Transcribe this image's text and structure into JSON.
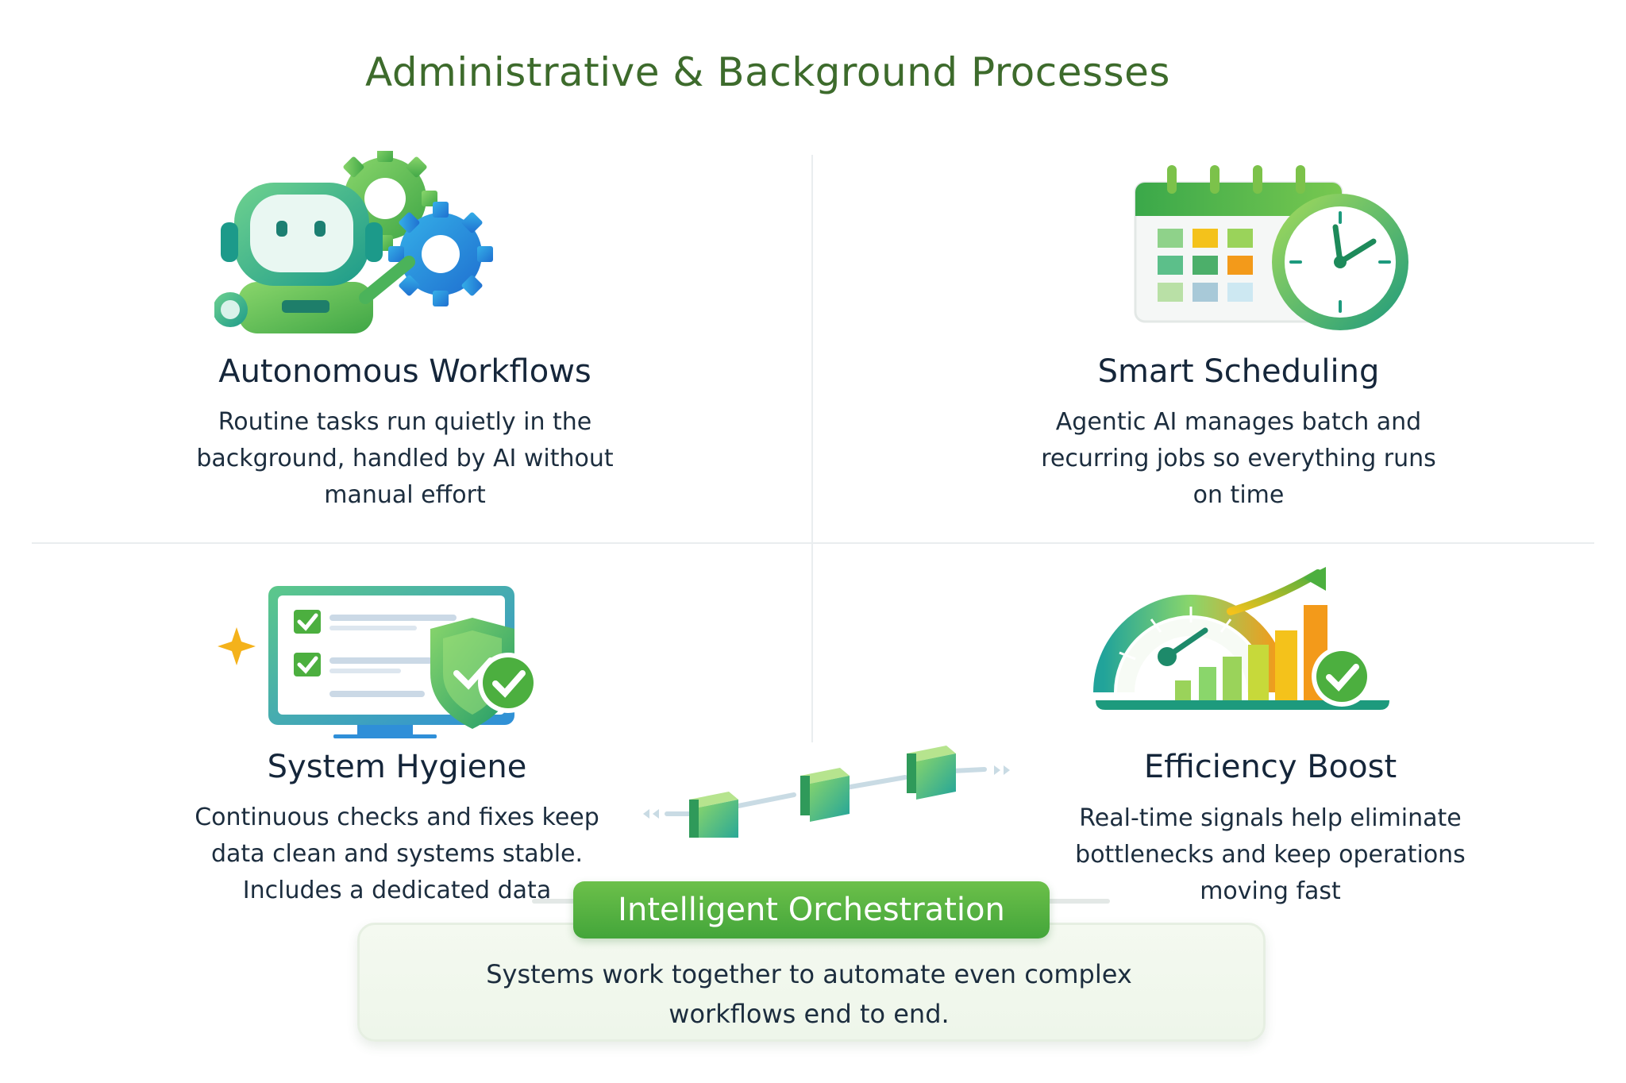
{
  "title": "Administrative & Background Processes",
  "cards": [
    {
      "title": "Autonomous Workflows",
      "desc": [
        "Routine tasks run quietly in the",
        "background, handled by AI without",
        "manual effort"
      ],
      "icon": "robot-with-gears-icon"
    },
    {
      "title": "Smart Scheduling",
      "desc": [
        "Agentic AI manages batch and",
        "recurring jobs so everything runs",
        "on time"
      ],
      "icon": "calendar-clock-icon"
    },
    {
      "title": "System Hygiene",
      "desc": [
        "Continuous checks and fixes keep",
        "data clean and systems stable.",
        "Includes a dedicated data"
      ],
      "icon": "monitor-checklist-shield-icon"
    },
    {
      "title": "Efficiency Boost",
      "desc": [
        "Real-time signals help eliminate",
        "bottlenecks and keep operations",
        "moving fast"
      ],
      "icon": "gauge-growth-chart-icon"
    }
  ],
  "orchestration": {
    "title": "Intelligent Orchestration",
    "desc": [
      "Systems work together to automate even complex",
      "workflows end to end."
    ],
    "icon": "connected-blocks-icon"
  },
  "colors": {
    "title_green": "#3d6b2c",
    "accent_green": "#4caf3f",
    "accent_blue": "#2f8fd8",
    "accent_teal": "#21a39a",
    "accent_yellow": "#f4c21b",
    "accent_orange": "#f39a1a"
  }
}
